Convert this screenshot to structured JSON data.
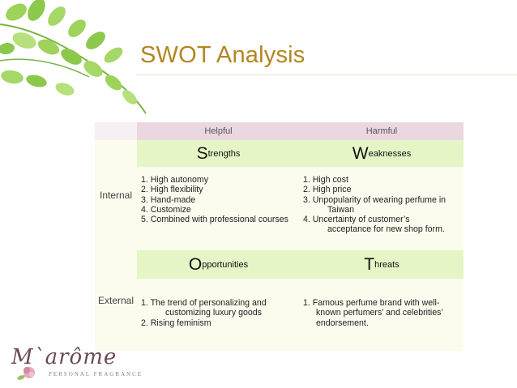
{
  "slide": {
    "title": "SWOT Analysis"
  },
  "matrix": {
    "columns": [
      "Helpful",
      "Harmful"
    ],
    "rows": [
      "Internal",
      "External"
    ],
    "quadrants": {
      "strengths": {
        "initial": "S",
        "rest": "trengths",
        "items": [
          "1. High autonomy",
          "2. High flexibility",
          "3. Hand-made",
          "4. Customize",
          "5. Combined with professional courses"
        ]
      },
      "weaknesses": {
        "initial": "W",
        "rest": "eaknesses",
        "items": [
          "1. High cost",
          "2. High price",
          "3. Unpopularity of wearing perfume in Taiwan",
          "4. Uncertainty of customer’s acceptance for new shop form."
        ]
      },
      "opportunities": {
        "initial": "O",
        "rest": "pportunities",
        "items": [
          "1. The trend of personalizing and customizing luxury goods",
          "2. Rising feminism"
        ]
      },
      "threats": {
        "initial": "T",
        "rest": "hreats",
        "items": [
          "1. Famous perfume brand with well-known perfumers’ and celebrities’ endorsement."
        ]
      }
    }
  },
  "logo": {
    "name": "M`arôme",
    "tagline": "PERSONAL FRAGRANCE"
  },
  "colors": {
    "title": "#b3861f",
    "header_pink": "#ead7df",
    "header_green": "#e6f5c6",
    "body_cream": "#fbfbee"
  }
}
